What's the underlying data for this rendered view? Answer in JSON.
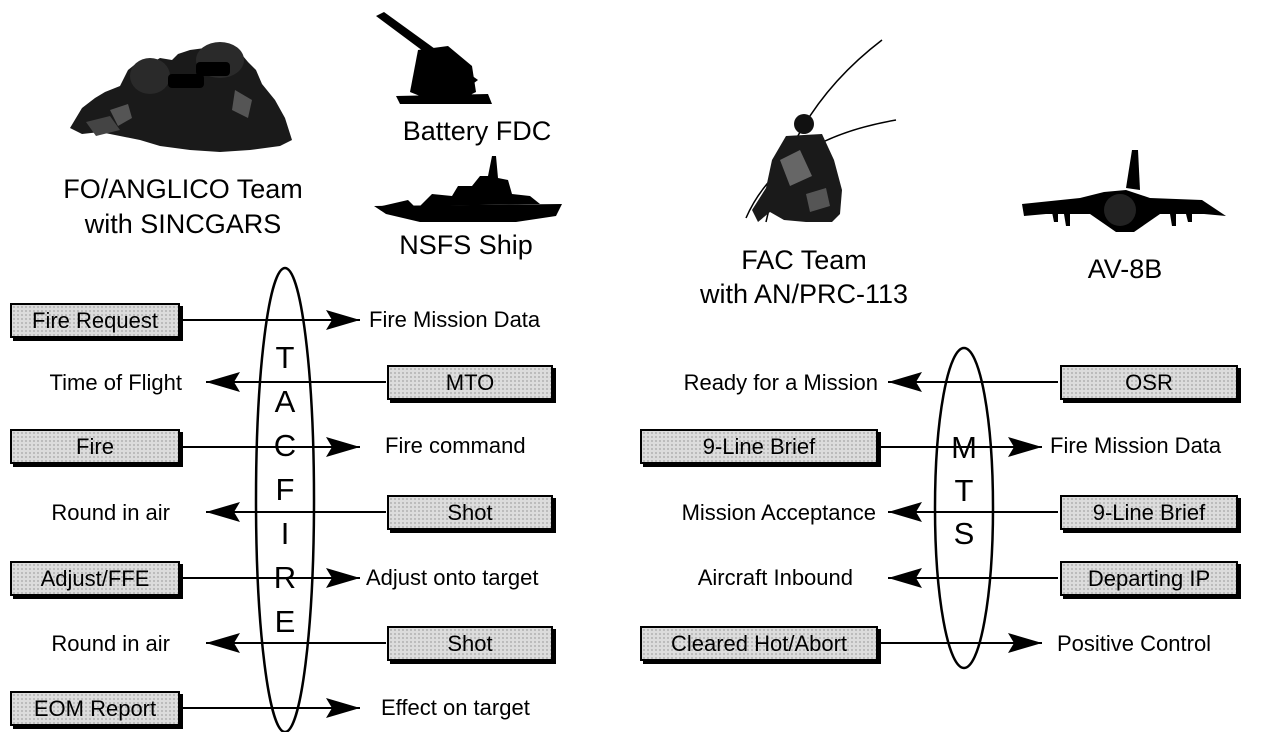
{
  "headings": {
    "fo_team": [
      "FO/ANGLICO Team",
      "with SINCGARS"
    ],
    "battery": "Battery FDC",
    "ship": "NSFS Ship",
    "fac_team": [
      "FAC Team",
      "with AN/PRC-113"
    ],
    "aircraft": "AV-8B"
  },
  "tacfire": {
    "letters": [
      "T",
      "A",
      "C",
      "F",
      "I",
      "R",
      "E"
    ],
    "rows": [
      {
        "left": "Fire Request",
        "right": "Fire Mission Data",
        "box_side": "left",
        "arrow": "right"
      },
      {
        "left": "Time of Flight",
        "right": "MTO",
        "box_side": "right",
        "arrow": "left"
      },
      {
        "left": "Fire",
        "right": "Fire command",
        "box_side": "left",
        "arrow": "right"
      },
      {
        "left": "Round in air",
        "right": "Shot",
        "box_side": "right",
        "arrow": "left"
      },
      {
        "left": "Adjust/FFE",
        "right": "Adjust onto target",
        "box_side": "left",
        "arrow": "right"
      },
      {
        "left": "Round in air",
        "right": "Shot",
        "box_side": "right",
        "arrow": "left"
      },
      {
        "left": "EOM Report",
        "right": "Effect on target",
        "box_side": "left",
        "arrow": "right"
      }
    ]
  },
  "mts": {
    "letters": [
      "M",
      "T",
      "S"
    ],
    "rows": [
      {
        "left": "Ready for a Mission",
        "right": "OSR",
        "box_side": "right",
        "arrow": "left"
      },
      {
        "left": "9-Line Brief",
        "right": "Fire Mission Data",
        "box_side": "left",
        "arrow": "right"
      },
      {
        "left": "Mission Acceptance",
        "right": "9-Line Brief",
        "box_side": "right",
        "arrow": "left"
      },
      {
        "left": "Aircraft Inbound",
        "right": "Departing IP",
        "box_side": "right",
        "arrow": "left"
      },
      {
        "left": "Cleared Hot/Abort",
        "right": "Positive Control",
        "box_side": "left",
        "arrow": "right"
      }
    ]
  },
  "icons": [
    "binoculars-soldiers-icon",
    "howitzer-icon",
    "warship-icon",
    "fac-soldier-antenna-icon",
    "harrier-jet-icon"
  ]
}
